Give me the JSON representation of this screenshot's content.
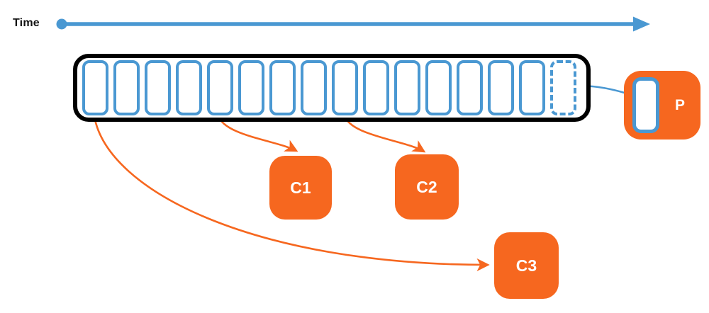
{
  "timeline": {
    "label": "Time"
  },
  "queue": {
    "solid_slot_count": 15,
    "dashed_slot_count": 1,
    "total_slots": 16
  },
  "producer": {
    "label": "P"
  },
  "consumers": [
    {
      "label": "C1"
    },
    {
      "label": "C2"
    },
    {
      "label": "C3"
    }
  ],
  "connections": [
    {
      "from": "producer",
      "to": "queue-slot-16-dashed",
      "color": "blue"
    },
    {
      "from": "queue-slot-1",
      "to": "C3",
      "color": "orange"
    },
    {
      "from": "queue-slot-5",
      "to": "C1",
      "color": "orange"
    },
    {
      "from": "queue-slot-9",
      "to": "C2",
      "color": "orange"
    }
  ],
  "colors": {
    "blue": "#4a98d2",
    "orange": "#f6671f",
    "outline_black": "#000000",
    "slot_fill": "#ffffff"
  }
}
